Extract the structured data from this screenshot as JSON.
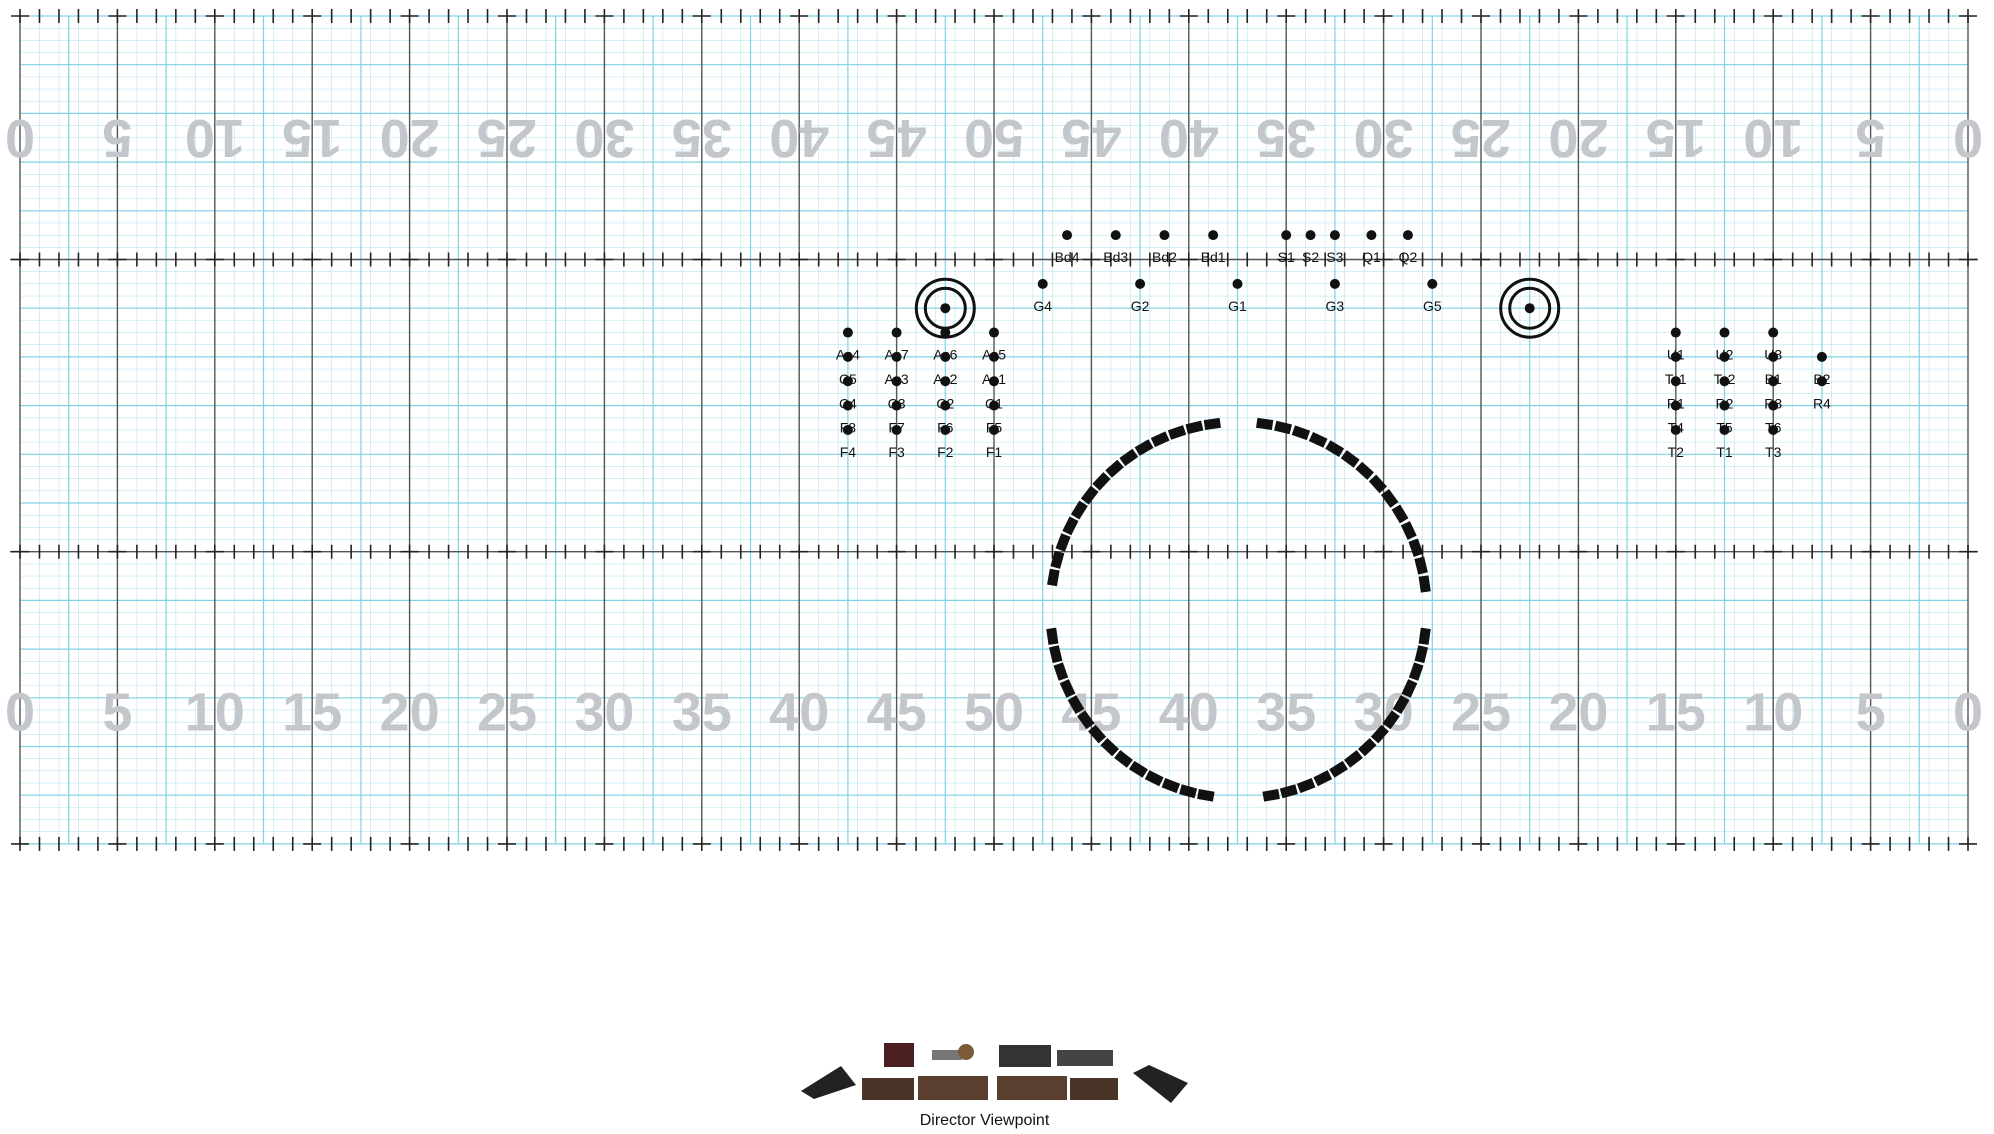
{
  "field": {
    "grid_color": "#7fd3e6",
    "yard_line_color": "#555555",
    "number_color": "#c3c6cb",
    "top_numbers": [
      "0",
      "5",
      "10",
      "15",
      "20",
      "25",
      "30",
      "35",
      "40",
      "45",
      "50",
      "45",
      "40",
      "35",
      "30",
      "25",
      "20",
      "15",
      "10",
      "5",
      "0"
    ],
    "bottom_numbers": [
      "0",
      "5",
      "10",
      "15",
      "20",
      "25",
      "30",
      "35",
      "40",
      "45",
      "50",
      "45",
      "40",
      "35",
      "30",
      "25",
      "20",
      "15",
      "10",
      "5",
      "0"
    ]
  },
  "marchers": [
    {
      "label": "Bd4",
      "col": 10.75,
      "row": 4.5
    },
    {
      "label": "Bd3",
      "col": 11.25,
      "row": 4.5
    },
    {
      "label": "Bd2",
      "col": 11.75,
      "row": 4.5
    },
    {
      "label": "Bd1",
      "col": 12.25,
      "row": 4.5
    },
    {
      "label": "S1",
      "col": 13.0,
      "row": 4.5
    },
    {
      "label": "S2",
      "col": 13.25,
      "row": 4.5
    },
    {
      "label": "S3",
      "col": 13.5,
      "row": 4.5
    },
    {
      "label": "Q1",
      "col": 13.875,
      "row": 4.5
    },
    {
      "label": "Q2",
      "col": 14.25,
      "row": 4.5
    },
    {
      "label": "G4",
      "col": 10.5,
      "row": 5.5
    },
    {
      "label": "G2",
      "col": 11.5,
      "row": 5.5
    },
    {
      "label": "G1",
      "col": 12.5,
      "row": 5.5
    },
    {
      "label": "G3",
      "col": 13.5,
      "row": 5.5
    },
    {
      "label": "G5",
      "col": 14.5,
      "row": 5.5
    },
    {
      "label": "As4",
      "col": 8.5,
      "row": 6.5
    },
    {
      "label": "As7",
      "col": 9.0,
      "row": 6.5
    },
    {
      "label": "As6",
      "col": 9.5,
      "row": 6.5
    },
    {
      "label": "As5",
      "col": 10.0,
      "row": 6.5
    },
    {
      "label": "C5",
      "col": 8.5,
      "row": 7.0
    },
    {
      "label": "As3",
      "col": 9.0,
      "row": 7.0
    },
    {
      "label": "As2",
      "col": 9.5,
      "row": 7.0
    },
    {
      "label": "As1",
      "col": 10.0,
      "row": 7.0
    },
    {
      "label": "C4",
      "col": 8.5,
      "row": 7.5
    },
    {
      "label": "C3",
      "col": 9.0,
      "row": 7.5
    },
    {
      "label": "C2",
      "col": 9.5,
      "row": 7.5
    },
    {
      "label": "C1",
      "col": 10.0,
      "row": 7.5
    },
    {
      "label": "F8",
      "col": 8.5,
      "row": 8.0
    },
    {
      "label": "F7",
      "col": 9.0,
      "row": 8.0
    },
    {
      "label": "F6",
      "col": 9.5,
      "row": 8.0
    },
    {
      "label": "F5",
      "col": 10.0,
      "row": 8.0
    },
    {
      "label": "F4",
      "col": 8.5,
      "row": 8.5
    },
    {
      "label": "F3",
      "col": 9.0,
      "row": 8.5
    },
    {
      "label": "F2",
      "col": 9.5,
      "row": 8.5
    },
    {
      "label": "F1",
      "col": 10.0,
      "row": 8.5
    },
    {
      "label": "U1",
      "col": 17.0,
      "row": 6.5
    },
    {
      "label": "U2",
      "col": 17.5,
      "row": 6.5
    },
    {
      "label": "U3",
      "col": 18.0,
      "row": 6.5
    },
    {
      "label": "Ts1",
      "col": 17.0,
      "row": 7.0
    },
    {
      "label": "Ts2",
      "col": 17.5,
      "row": 7.0
    },
    {
      "label": "B1",
      "col": 18.0,
      "row": 7.0
    },
    {
      "label": "B2",
      "col": 18.5,
      "row": 7.0
    },
    {
      "label": "R1",
      "col": 17.0,
      "row": 7.5
    },
    {
      "label": "R2",
      "col": 17.5,
      "row": 7.5
    },
    {
      "label": "R3",
      "col": 18.0,
      "row": 7.5
    },
    {
      "label": "R4",
      "col": 18.5,
      "row": 7.5
    },
    {
      "label": "T4",
      "col": 17.0,
      "row": 8.0
    },
    {
      "label": "T5",
      "col": 17.5,
      "row": 8.0
    },
    {
      "label": "T6",
      "col": 18.0,
      "row": 8.0
    },
    {
      "label": "T2",
      "col": 17.0,
      "row": 8.5
    },
    {
      "label": "T1",
      "col": 17.5,
      "row": 8.5
    },
    {
      "label": "T3",
      "col": 18.0,
      "row": 8.5
    }
  ],
  "targets": [
    {
      "col": 9.5,
      "row": 6.0
    },
    {
      "col": 15.5,
      "row": 6.0
    }
  ],
  "arcs": [
    {
      "start_deg": 262,
      "end_deg": 190,
      "count": 14
    },
    {
      "start_deg": 278,
      "end_deg": 352,
      "count": 14
    },
    {
      "start_deg": 172,
      "end_deg": 100,
      "count": 14
    },
    {
      "start_deg": 8,
      "end_deg": 80,
      "count": 14
    }
  ],
  "caption": "Director Viewpoint"
}
